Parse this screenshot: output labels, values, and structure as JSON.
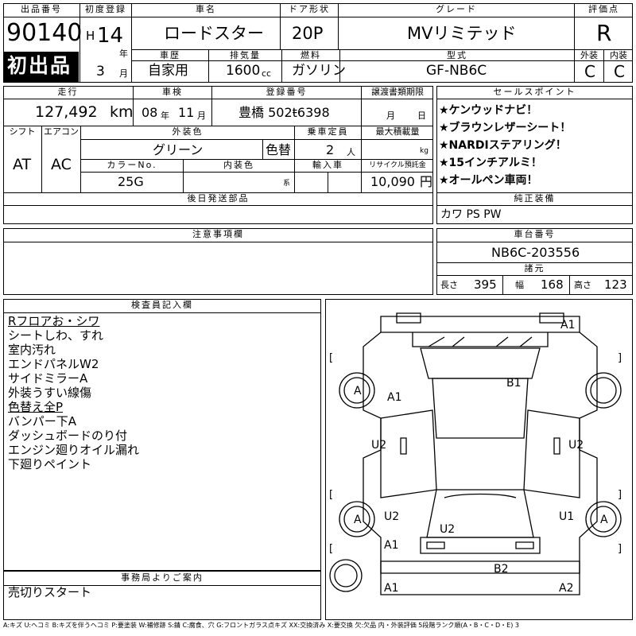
{
  "header": {
    "lot_label": "出品番号",
    "lot_number": "90140",
    "first_time_badge": "初出品",
    "first_reg_label": "初度登録",
    "era": "H",
    "year": "14",
    "year_unit": "年",
    "month": "3",
    "month_unit": "月",
    "model_label": "車名",
    "model": "ロードスター",
    "door_label": "ドア形状",
    "door": "20P",
    "grade_label": "グレード",
    "grade": "MVリミテッド",
    "score_label": "評価点",
    "score": "R",
    "history_label": "車歴",
    "history": "自家用",
    "displacement_label": "排気量",
    "displacement": "1600",
    "displacement_unit": "cc",
    "fuel_label": "燃料",
    "fuel": "ガソリン",
    "type_label": "型式",
    "type": "GF-NB6C",
    "exterior_label": "外装",
    "interior_label": "内装",
    "exterior_grade": "C",
    "interior_grade": "C"
  },
  "row2": {
    "mileage_label": "走行",
    "mileage": "127,492",
    "mileage_unit": "km",
    "inspection_label": "車検",
    "inspection_year": "08",
    "inspection_year_unit": "年",
    "inspection_month": "11",
    "inspection_month_unit": "月",
    "plate_label": "登録番号",
    "plate": "豊橋 502ŧ6398",
    "transfer_label": "譲渡書類期限",
    "transfer_month_unit": "月",
    "transfer_day_unit": "日",
    "shift_label": "シフト",
    "shift": "AT",
    "ac_label": "エアコン",
    "ac": "AC",
    "color_label": "外装色",
    "color": "グリーン",
    "repaint": "色替",
    "capacity_label": "乗車定員",
    "capacity": "2",
    "capacity_unit": "人",
    "max_load_label": "最大積載量",
    "max_load_unit": "kg",
    "color_no_label": "カラーNo.",
    "color_no": "25G",
    "interior_color_label": "内装色",
    "interior_color_unit": "系",
    "import_label": "輸入車",
    "recycle_label": "リサイクル預託金",
    "recycle": "10,090",
    "recycle_unit": "円",
    "later_parts_label": "後日発送部品"
  },
  "sales_points": {
    "label": "セールスポイント",
    "items": [
      "★ケンウッドナビ！",
      "★ブラウンレザーシート！",
      "★NARDIステアリング！",
      "★15インチアルミ！",
      "★オールペン車両！"
    ]
  },
  "equipment": {
    "label": "純正装備",
    "value": "カワ PS PW"
  },
  "caution": {
    "label": "注意事項欄"
  },
  "chassis": {
    "label": "車台番号",
    "number": "NB6C-203556",
    "dims_label": "諸元",
    "length_label": "長さ",
    "length": "395",
    "width_label": "幅",
    "width": "168",
    "height_label": "高さ",
    "height": "123"
  },
  "inspector": {
    "label": "検査員記入欄",
    "notes": [
      "Rフロアお・シワ",
      "シートしわ、すれ",
      "室内汚れ",
      "エンドパネルW2",
      "サイドミラーA",
      "外装うすい線傷",
      "色替え全P",
      "バンパー下A",
      "ダッシュボードのり付",
      "エンジン廻りオイル漏れ",
      "下廻りペイント"
    ],
    "underlined": [
      0,
      6
    ]
  },
  "office": {
    "label": "事務局よりご案内",
    "text": "売切りスタート"
  },
  "diagram_marks": {
    "top_right": "A1",
    "roof": "B1",
    "front_left_fender": "A1",
    "left_door": "U2",
    "right_door": "U2",
    "rear_left_fender": "U2",
    "rear_right_fender": "U1",
    "trunk": "U2",
    "rear_left_corner": "A1",
    "bumper": "B2",
    "bottom_left": "A1",
    "bottom_right": "A2",
    "wheel": "A"
  },
  "legend": "A:キズ U:ヘコミ B:キズを伴うヘコミ P:要塗装 W:補修跡 S:錆 C:腐食、穴 G:フロントガラス点キズ XX:交換済み X:要交換 欠:欠品 内・外装評価 5段階ランク順(A・B・C・D・E) 3"
}
